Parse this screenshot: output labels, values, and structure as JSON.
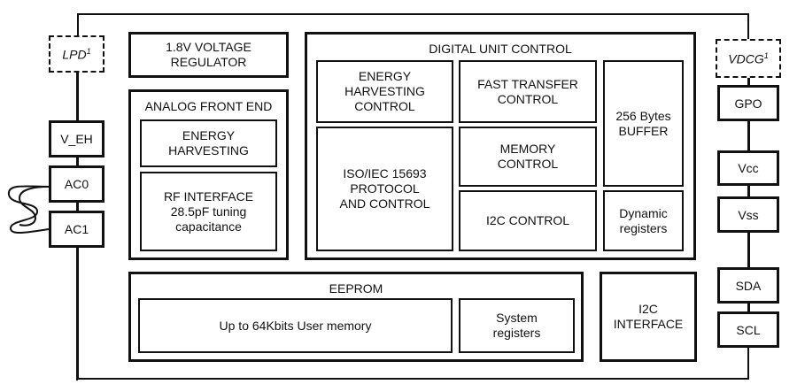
{
  "pins_left": {
    "lpd": {
      "label": "LPD",
      "sup": "1"
    },
    "v_eh": "V_EH",
    "ac0": "AC0",
    "ac1": "AC1"
  },
  "pins_right": {
    "vdcg": {
      "label": "VDCG",
      "sup": "1"
    },
    "gpo": "GPO",
    "vcc": "Vcc",
    "vss": "Vss",
    "sda": "SDA",
    "scl": "SCL"
  },
  "voltage_regulator": "1.8V VOLTAGE\nREGULATOR",
  "analog_front_end": {
    "title": "ANALOG FRONT END",
    "energy_harvesting": "ENERGY\nHARVESTING",
    "rf_interface": "RF INTERFACE\n28.5pF tuning\ncapacitance"
  },
  "digital_unit": {
    "title": "DIGITAL UNIT CONTROL",
    "energy_harvesting_control": "ENERGY\nHARVESTING\nCONTROL",
    "fast_transfer_control": "FAST TRANSFER\nCONTROL",
    "buffer": "256 Bytes\nBUFFER",
    "iso_protocol": "ISO/IEC 15693\nPROTOCOL\nAND CONTROL",
    "memory_control": "MEMORY\nCONTROL",
    "i2c_control": "I2C CONTROL",
    "dynamic_registers": "Dynamic\nregisters"
  },
  "eeprom": {
    "title": "EEPROM",
    "user_memory": "Up to 64Kbits User memory",
    "system_registers": "System\nregisters"
  },
  "i2c_interface": "I2C\nINTERFACE"
}
